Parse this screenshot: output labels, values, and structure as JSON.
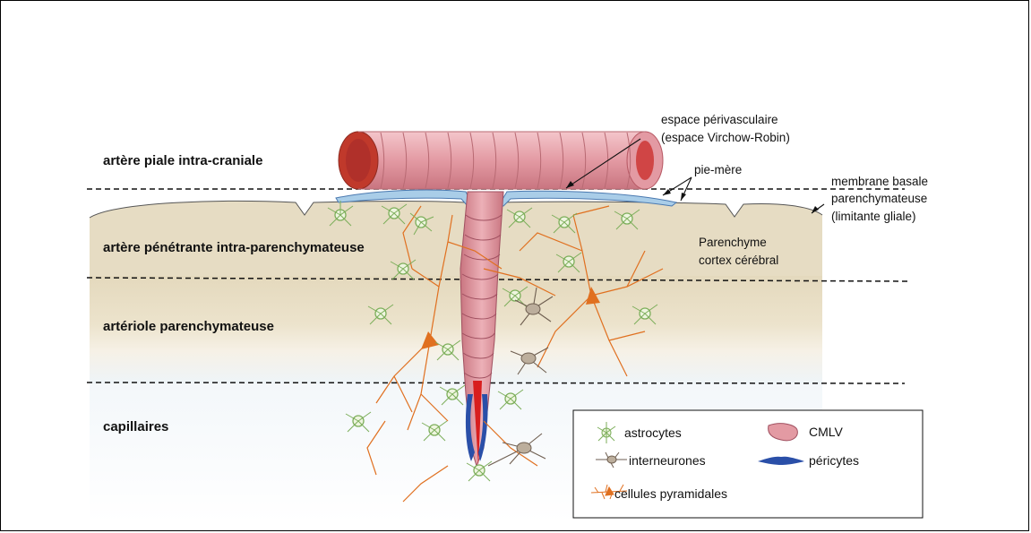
{
  "zones": {
    "pial_artery": "artère piale intra-craniale",
    "penetrating_artery": "artère pénétrante intra-parenchymateuse",
    "arteriole": "artériole parenchymateuse",
    "capillaries": "capillaires"
  },
  "annotations": {
    "perivascular_line1": "espace périvasculaire",
    "perivascular_line2": "(espace Virchow-Robin)",
    "pia_mater": "pie-mère",
    "basement_line1": "membrane basale",
    "basement_line2": "parenchymateuse",
    "basement_line3": "(limitante gliale)",
    "parenchyma_line1": "Parenchyme",
    "parenchyma_line2": "cortex cérébral"
  },
  "legend": {
    "astrocytes": "astrocytes",
    "interneurons": "interneurones",
    "pyramidal": "cellules pyramidales",
    "smc": "CMLV",
    "pericytes": "péricytes"
  },
  "colors": {
    "vessel": "#e8a0a8",
    "vessel_dark": "#c0392b",
    "astrocyte": "#7cae5a",
    "pyramidal": "#e07020",
    "interneuron": "#8a7a6a",
    "pericyte": "#2a4fa8",
    "parenchyma": "#e6dcc3"
  }
}
